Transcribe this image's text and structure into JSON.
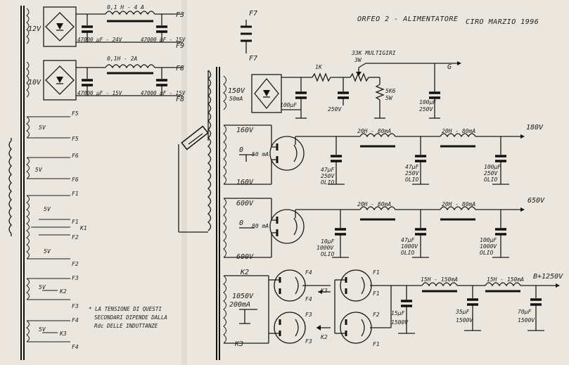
{
  "header": {
    "title": "ORFEO 2 - ALIMENTATORE",
    "author_date": "CIRO MARZIO 1996"
  },
  "left": {
    "upper_supply": {
      "winding": "12V",
      "choke": "0,1 H - 4 A",
      "cap1": "47000 µF - 24V",
      "cap2": "47000 µF - 15V",
      "out1": "F3",
      "out2": "F9"
    },
    "lower_supply": {
      "winding": "10V",
      "choke": "0,1H - 2A",
      "cap1": "47000 µF - 15V",
      "cap2": "47000 µF - 15V",
      "out1": "F8",
      "out2": "F8"
    },
    "heater_labels": [
      "F5",
      "5V",
      "F5",
      "F6",
      "5V",
      "F6",
      "F1",
      "5V",
      "F1",
      "K1",
      "F2",
      "5V",
      "F2",
      "F3",
      "5V",
      "K2",
      "F3",
      "F4",
      "5V",
      "K3",
      "F4"
    ],
    "note_lines": [
      "* LA TENSIONE DI QUESTI",
      "SECONDARI DIPENDE DALLA",
      "Rdc DELLE INDUTTANZE"
    ]
  },
  "fuse": {
    "top": "F7",
    "bottom": "F7"
  },
  "bias": {
    "winding": "150V",
    "winding_current": "50mA",
    "r1": "1K",
    "pot": "33K MULTIGIRI",
    "pot_watt": "3W",
    "r2": "5K6",
    "r2_watt": "5W",
    "c1": "100µF",
    "c2": "250V",
    "c3": "100µF",
    "c3_v": "250V",
    "out": "G"
  },
  "hv1": {
    "top": "160V",
    "center": "0",
    "current": "50 mA",
    "bottom": "160V",
    "c_in": "47µF",
    "c_in_v": "250V",
    "c_in_t": "OLIO",
    "l1": "20H - 80mA",
    "c_mid": "47µF",
    "c_mid_v": "250V",
    "c_mid_t": "OLIO",
    "l2": "20H - 80mA",
    "c_out": "100µF",
    "c_out_v": "250V",
    "c_out_t": "OLIO",
    "out": "180V"
  },
  "hv2": {
    "top": "600V",
    "center": "0",
    "current": "80 mA",
    "bottom": "600V",
    "c_in": "10µF",
    "c_in_v": "1000V",
    "c_in_t": "OLIO",
    "l1": "20H - 80mA",
    "c_mid": "47µF",
    "c_mid_v": "1000V",
    "c_mid_t": "OLIO",
    "l2": "20H - 80mA",
    "c_out": "100µF",
    "c_out_v": "1000V",
    "c_out_t": "OLIO",
    "out": "650V"
  },
  "hv3": {
    "k_top": "K2",
    "volts": "1050V",
    "current": "200mA",
    "k_bot": "K3",
    "tube_a_top": "F4",
    "tube_a_bot": "F4",
    "tube_b_top": "F1",
    "tube_b_bot": "F1",
    "tube_c_top": "F3",
    "tube_c_bot": "F3",
    "tube_d_top": "F2",
    "tube_d_bot": "F1",
    "k_mid1": "K3",
    "k_mid2": "K2",
    "l1": "15H - 150mA",
    "l2": "15H - 150mA",
    "c1": "15µF",
    "c1_v": "1500V",
    "c2": "35µF",
    "c2_v": "1500V",
    "c3": "70µF",
    "c3_v": "1500V",
    "out": "B+1250V"
  }
}
